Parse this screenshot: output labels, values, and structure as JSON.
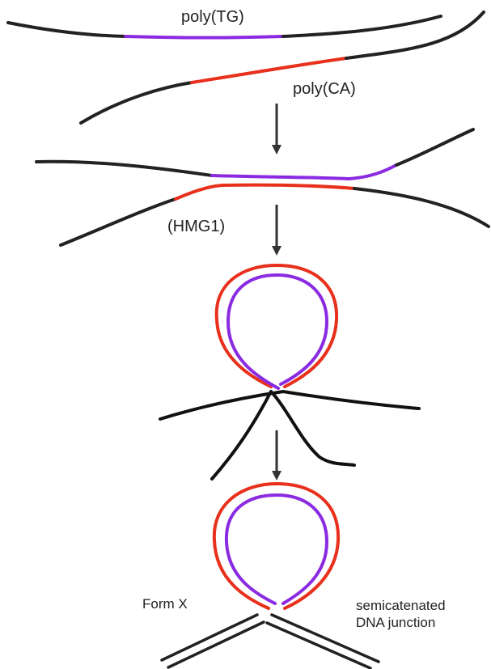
{
  "labels": {
    "poly_tg": "poly(TG)",
    "poly_ca": "poly(CA)",
    "hmg1": "(HMG1)",
    "form_x": "Form X",
    "junction_line1": "semicatenated",
    "junction_line2": "DNA junction"
  },
  "colors": {
    "dna_backbone": "#222222",
    "poly_tg_strand": "#8a2be2",
    "poly_ca_strand": "#e8301c",
    "arrow": "#333333",
    "text": "#222222"
  }
}
